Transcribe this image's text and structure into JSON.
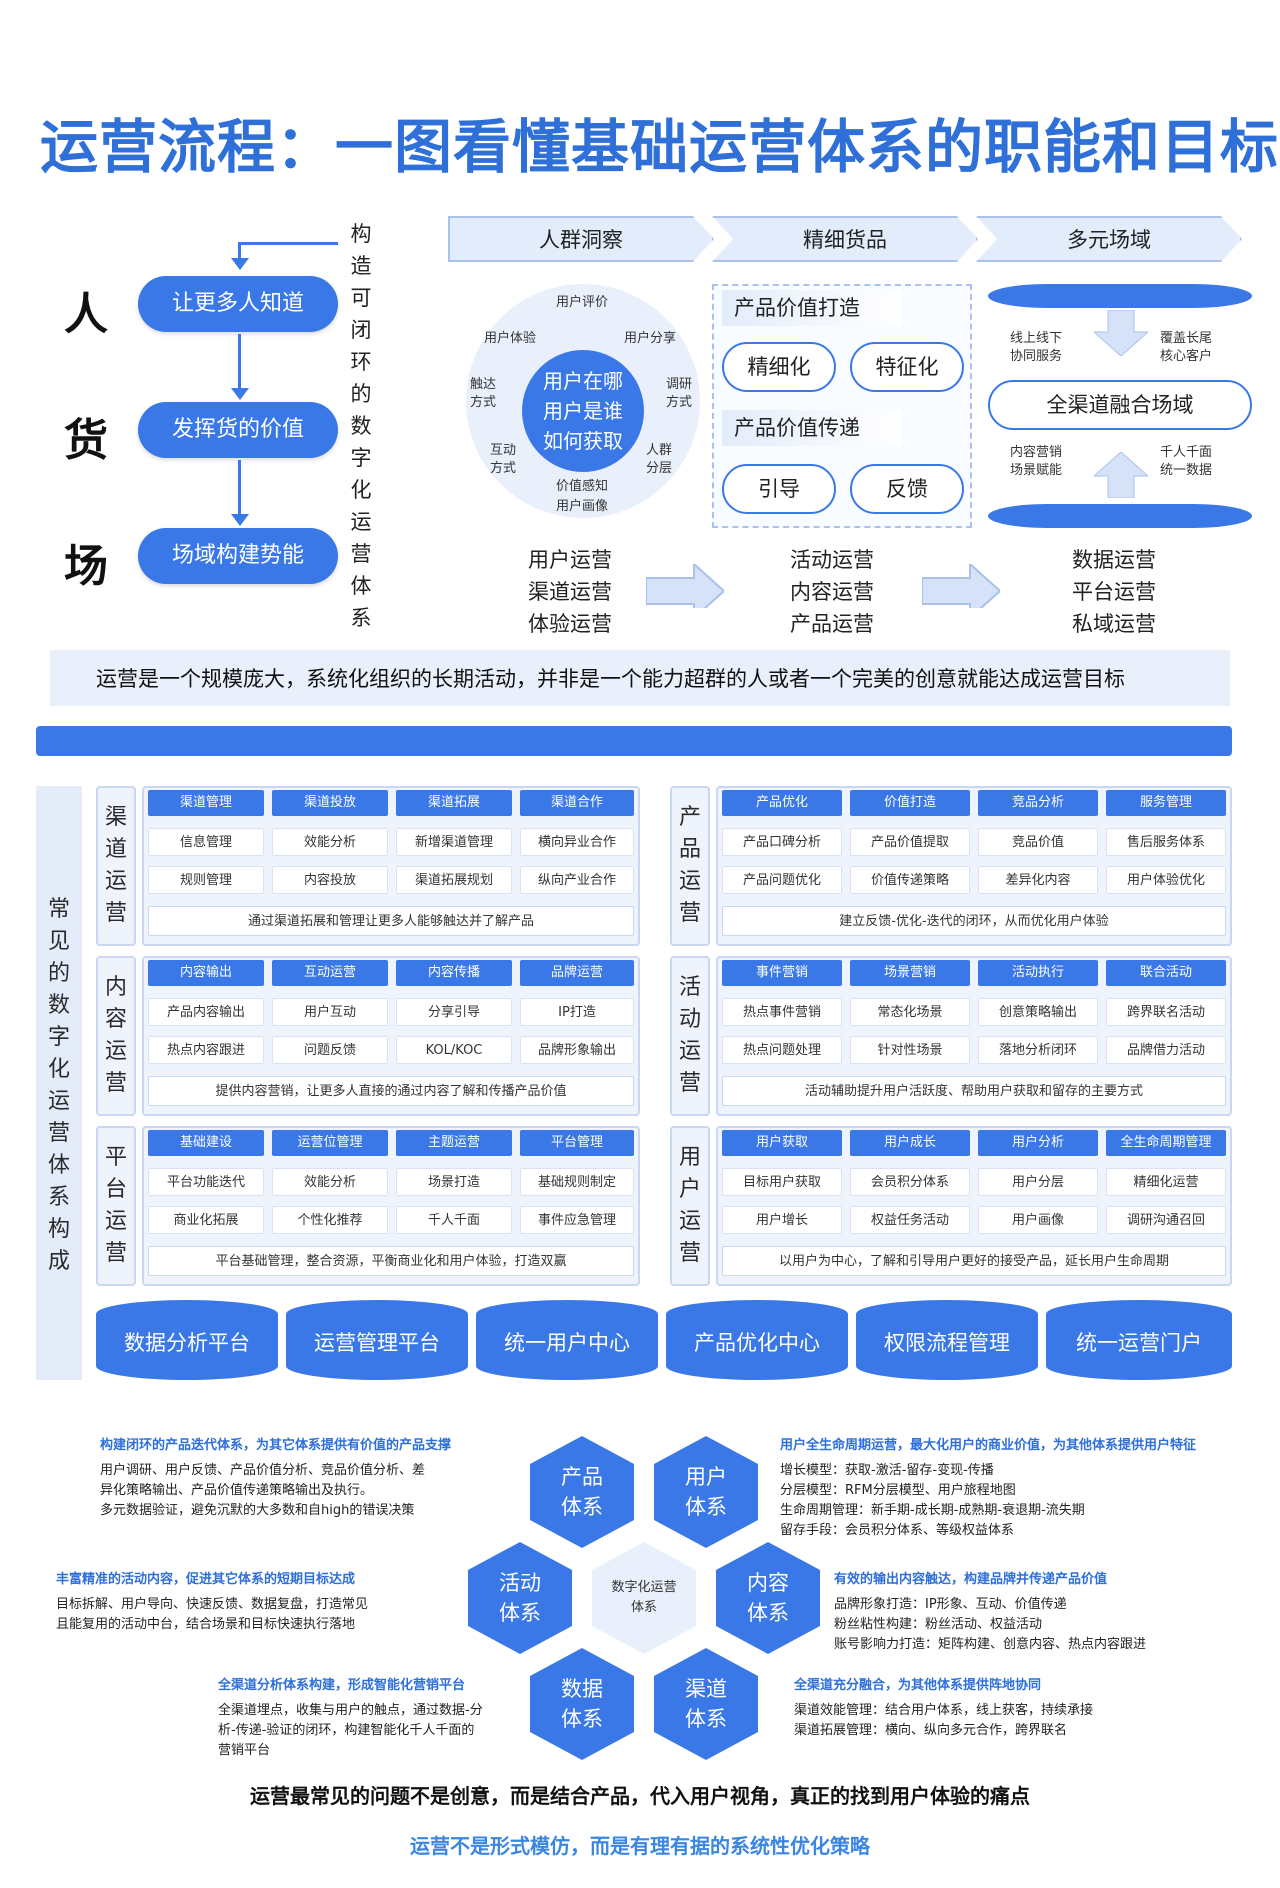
{
  "title": "运营流程：一图看懂基础运营体系的职能和目标",
  "left_chars": [
    "人",
    "货",
    "场"
  ],
  "flow_pills": [
    "让更多人知道",
    "发挥货的价值",
    "场域构建势能"
  ],
  "vertical_text": [
    "构",
    "造",
    "可",
    "闭",
    "环",
    "的",
    "数",
    "字",
    "化",
    "运",
    "营",
    "体",
    "系"
  ],
  "chevrons": [
    "人群洞察",
    "精细货品",
    "多元场域"
  ],
  "circle": {
    "center": [
      "用户在哪",
      "用户是谁",
      "如何获取"
    ],
    "top": "用户评价",
    "tl": "用户体验",
    "tr": "用户分享",
    "l": "触达方式",
    "r": "调研方式",
    "bl": "互动方式",
    "br": "人群分层",
    "b1": "价值感知",
    "b2": "用户画像"
  },
  "product": {
    "title1": "产品价值打造",
    "o1": "精细化",
    "o2": "特征化",
    "title2": "产品价值传递",
    "o3": "引导",
    "o4": "反馈"
  },
  "scene": {
    "t1": "线上线下",
    "t2": "协同服务",
    "t3": "覆盖长尾",
    "t4": "核心客户",
    "mid": "全渠道融合场域",
    "b1": "内容营销",
    "b2": "场景赋能",
    "b3": "千人千面",
    "b4": "统一数据"
  },
  "ops_groups": [
    [
      "用户运营",
      "渠道运营",
      "体验运营"
    ],
    [
      "活动运营",
      "内容运营",
      "产品运营"
    ],
    [
      "数据运营",
      "平台运营",
      "私域运营"
    ]
  ],
  "banner": "运营是一个规模庞大，系统化组织的长期活动，并非是一个能力超群的人或者一个完美的创意就能达成运营目标",
  "left_panel": [
    "常",
    "见",
    "的",
    "数",
    "字",
    "化",
    "运",
    "营",
    "体",
    "系",
    "构",
    "成"
  ],
  "sections": [
    {
      "title": [
        "渠",
        "道",
        "运",
        "营"
      ],
      "headers": [
        "渠道管理",
        "渠道投放",
        "渠道拓展",
        "渠道合作"
      ],
      "row1": [
        "信息管理",
        "效能分析",
        "新增渠道管理",
        "横向异业合作"
      ],
      "row2": [
        "规则管理",
        "内容投放",
        "渠道拓展规划",
        "纵向产业合作"
      ],
      "summary": "通过渠道拓展和管理让更多人能够触达并了解产品"
    },
    {
      "title": [
        "产",
        "品",
        "运",
        "营"
      ],
      "headers": [
        "产品优化",
        "价值打造",
        "竞品分析",
        "服务管理"
      ],
      "row1": [
        "产品口碑分析",
        "产品价值提取",
        "竞品价值",
        "售后服务体系"
      ],
      "row2": [
        "产品问题优化",
        "价值传递策略",
        "差异化内容",
        "用户体验优化"
      ],
      "summary": "建立反馈-优化-迭代的闭环，从而优化用户体验"
    },
    {
      "title": [
        "内",
        "容",
        "运",
        "营"
      ],
      "headers": [
        "内容输出",
        "互动运营",
        "内容传播",
        "品牌运营"
      ],
      "row1": [
        "产品内容输出",
        "用户互动",
        "分享引导",
        "IP打造"
      ],
      "row2": [
        "热点内容跟进",
        "问题反馈",
        "KOL/KOC",
        "品牌形象输出"
      ],
      "summary": "提供内容营销，让更多人直接的通过内容了解和传播产品价值"
    },
    {
      "title": [
        "活",
        "动",
        "运",
        "营"
      ],
      "headers": [
        "事件营销",
        "场景营销",
        "活动执行",
        "联合活动"
      ],
      "row1": [
        "热点事件营销",
        "常态化场景",
        "创意策略输出",
        "跨界联名活动"
      ],
      "row2": [
        "热点问题处理",
        "针对性场景",
        "落地分析闭环",
        "品牌借力活动"
      ],
      "summary": "活动辅助提升用户活跃度、帮助用户获取和留存的主要方式"
    },
    {
      "title": [
        "平",
        "台",
        "运",
        "营"
      ],
      "headers": [
        "基础建设",
        "运营位管理",
        "主题运营",
        "平台管理"
      ],
      "row1": [
        "平台功能迭代",
        "效能分析",
        "场景打造",
        "基础规则制定"
      ],
      "row2": [
        "商业化拓展",
        "个性化推荐",
        "千人千面",
        "事件应急管理"
      ],
      "summary": "平台基础管理，整合资源，平衡商业化和用户体验，打造双赢"
    },
    {
      "title": [
        "用",
        "户",
        "运",
        "营"
      ],
      "headers": [
        "用户获取",
        "用户成长",
        "用户分析",
        "全生命周期管理"
      ],
      "row1": [
        "目标用户获取",
        "会员积分体系",
        "用户分层",
        "精细化运营"
      ],
      "row2": [
        "用户增长",
        "权益任务活动",
        "用户画像",
        "调研沟通召回"
      ],
      "summary": "以用户为中心，了解和引导用户更好的接受产品，延长用户生命周期"
    }
  ],
  "platforms": [
    "数据分析平台",
    "运营管理平台",
    "统一用户中心",
    "产品优化中心",
    "权限流程管理",
    "统一运营门户"
  ],
  "hexagons": {
    "center": [
      "数字化运营",
      "体系"
    ],
    "product": [
      "产品",
      "体系"
    ],
    "user": [
      "用户",
      "体系"
    ],
    "activity": [
      "活动",
      "体系"
    ],
    "content": [
      "内容",
      "体系"
    ],
    "data": [
      "数据",
      "体系"
    ],
    "channel": [
      "渠道",
      "体系"
    ]
  },
  "notes": {
    "product": {
      "head": "构建闭环的产品迭代体系，为其它体系提供有价值的产品支撑",
      "lines": [
        "用户调研、用户反馈、产品价值分析、竞品价值分析、差",
        "异化策略输出、产品价值传递策略输出及执行。",
        "多元数据验证，避免沉默的大多数和自high的错误决策"
      ]
    },
    "user": {
      "head": "用户全生命周期运营，最大化用户的商业价值，为其他体系提供用户特征",
      "lines": [
        "增长模型：获取-激活-留存-变现-传播",
        "分层模型：RFM分层模型、用户旅程地图",
        "生命周期管理：新手期-成长期-成熟期-衰退期-流失期",
        "留存手段：会员积分体系、等级权益体系"
      ]
    },
    "activity": {
      "head": "丰富精准的活动内容，促进其它体系的短期目标达成",
      "lines": [
        "目标拆解、用户导向、快速反馈、数据复盘，打造常见",
        "且能复用的活动中台，结合场景和目标快速执行落地"
      ]
    },
    "content": {
      "head": "有效的输出内容触达，构建品牌并传递产品价值",
      "lines": [
        "品牌形象打造：IP形象、互动、价值传递",
        "粉丝粘性构建：粉丝活动、权益活动",
        "账号影响力打造：矩阵构建、创意内容、热点内容跟进"
      ]
    },
    "data": {
      "head": "全渠道分析体系构建，形成智能化营销平台",
      "lines": [
        "全渠道埋点，收集与用户的触点，通过数据-分",
        "析-传递-验证的闭环，构建智能化千人千面的",
        "营销平台"
      ]
    },
    "channel": {
      "head": "全渠道充分融合，为其他体系提供阵地协同",
      "lines": [
        "渠道效能管理：结合用户体系，线上获客，持续承接",
        "渠道拓展管理：横向、纵向多元合作，跨界联名"
      ]
    }
  },
  "footer1": "运营最常见的问题不是创意，而是结合产品，代入用户视角，真正的找到用户体验的痛点",
  "footer2": "运营不是形式模仿，而是有理有据的系统性优化策略",
  "colors": {
    "primary": "#3a78e8",
    "light": "#e9f0fc",
    "title": "#2f6fd8"
  }
}
